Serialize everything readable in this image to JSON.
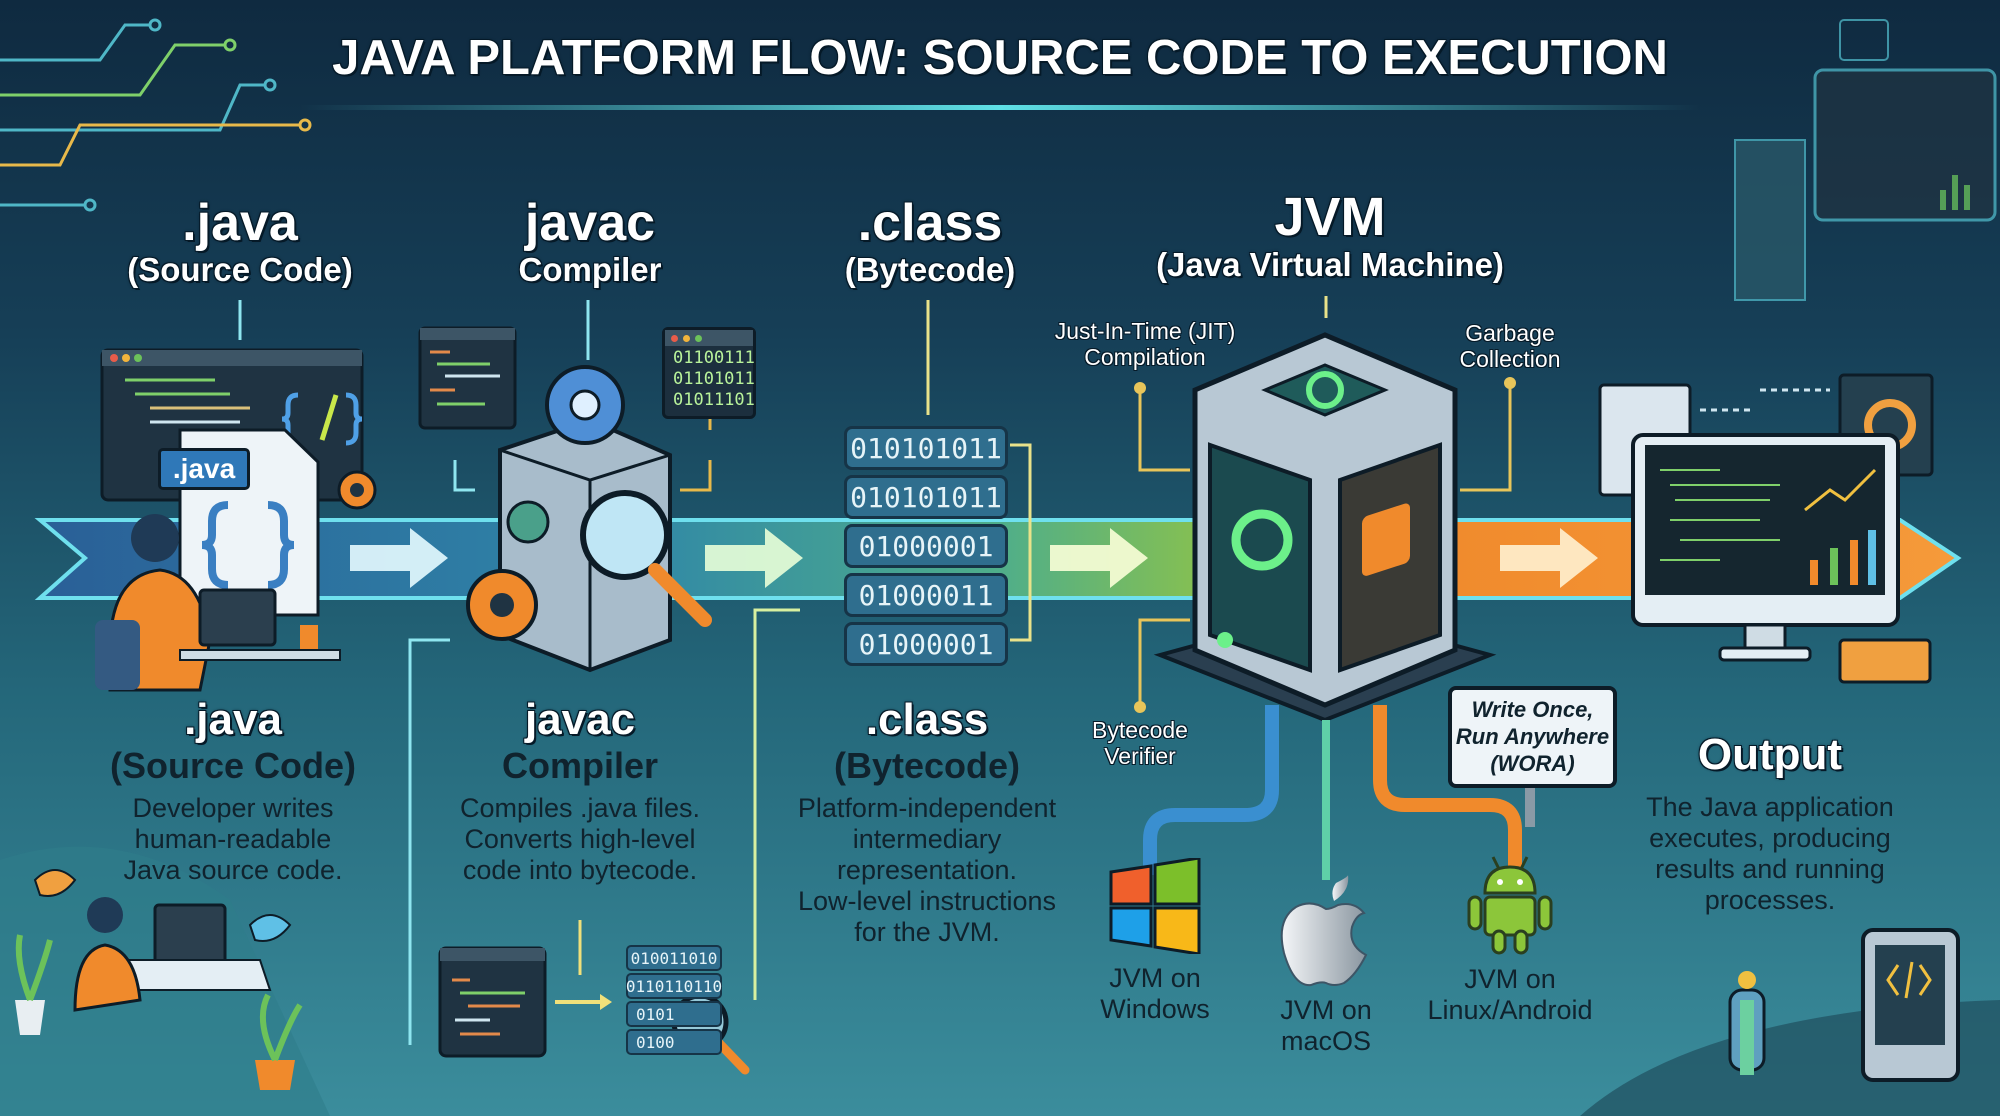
{
  "title": "JAVA PLATFORM FLOW: SOURCE CODE TO EXECUTION",
  "colors": {
    "band_blue": "#2d6fa6",
    "band_green": "#7fbf4a",
    "band_orange": "#f08a2c",
    "accent_cyan": "#5fe0e6"
  },
  "stages_top": [
    {
      "name": ".java",
      "sub": "(Source Code)"
    },
    {
      "name": "javac",
      "sub": "Compiler"
    },
    {
      "name": ".class",
      "sub": "(Bytecode)"
    },
    {
      "name": "JVM",
      "sub": "(Java Virtual Machine)"
    }
  ],
  "source_file_badge": ".java",
  "compiler_binary": [
    "01100111",
    "01101011",
    "01011101"
  ],
  "bytecode_blocks": [
    "010101011",
    "010101011",
    "01000001",
    "01000011",
    "01000001"
  ],
  "mini_bytecode": [
    "010011010",
    "0110110110",
    "0101",
    "0100"
  ],
  "jvm_features": {
    "jit": [
      "Just-In-Time (JIT)",
      "Compilation"
    ],
    "gc": [
      "Garbage",
      "Collection"
    ],
    "verifier": [
      "Bytecode",
      "Verifier"
    ]
  },
  "wora_sign": [
    "Write Once,",
    "Run Anywhere",
    "(WORA)"
  ],
  "stages_bottom": [
    {
      "name": ".java",
      "sub": "(Source Code)",
      "desc": [
        "Developer writes",
        "human-readable",
        "Java source code."
      ]
    },
    {
      "name": "javac",
      "sub": "Compiler",
      "desc": [
        "Compiles .java files.",
        "Converts high-level",
        "code into bytecode."
      ]
    },
    {
      "name": ".class",
      "sub": "(Bytecode)",
      "desc": [
        "Platform-independent",
        "intermediary",
        "representation.",
        "Low-level instructions",
        "for the JVM."
      ]
    }
  ],
  "platforms": [
    {
      "icon": "windows-logo-icon",
      "label": [
        "JVM on",
        "Windows"
      ]
    },
    {
      "icon": "apple-logo-icon",
      "label": [
        "JVM on",
        "macOS"
      ]
    },
    {
      "icon": "android-logo-icon",
      "label": [
        "JVM on",
        "Linux/Android"
      ]
    }
  ],
  "output": {
    "title": "Output",
    "desc": [
      "The Java application",
      "executes, producing",
      "results and running",
      "processes."
    ]
  }
}
